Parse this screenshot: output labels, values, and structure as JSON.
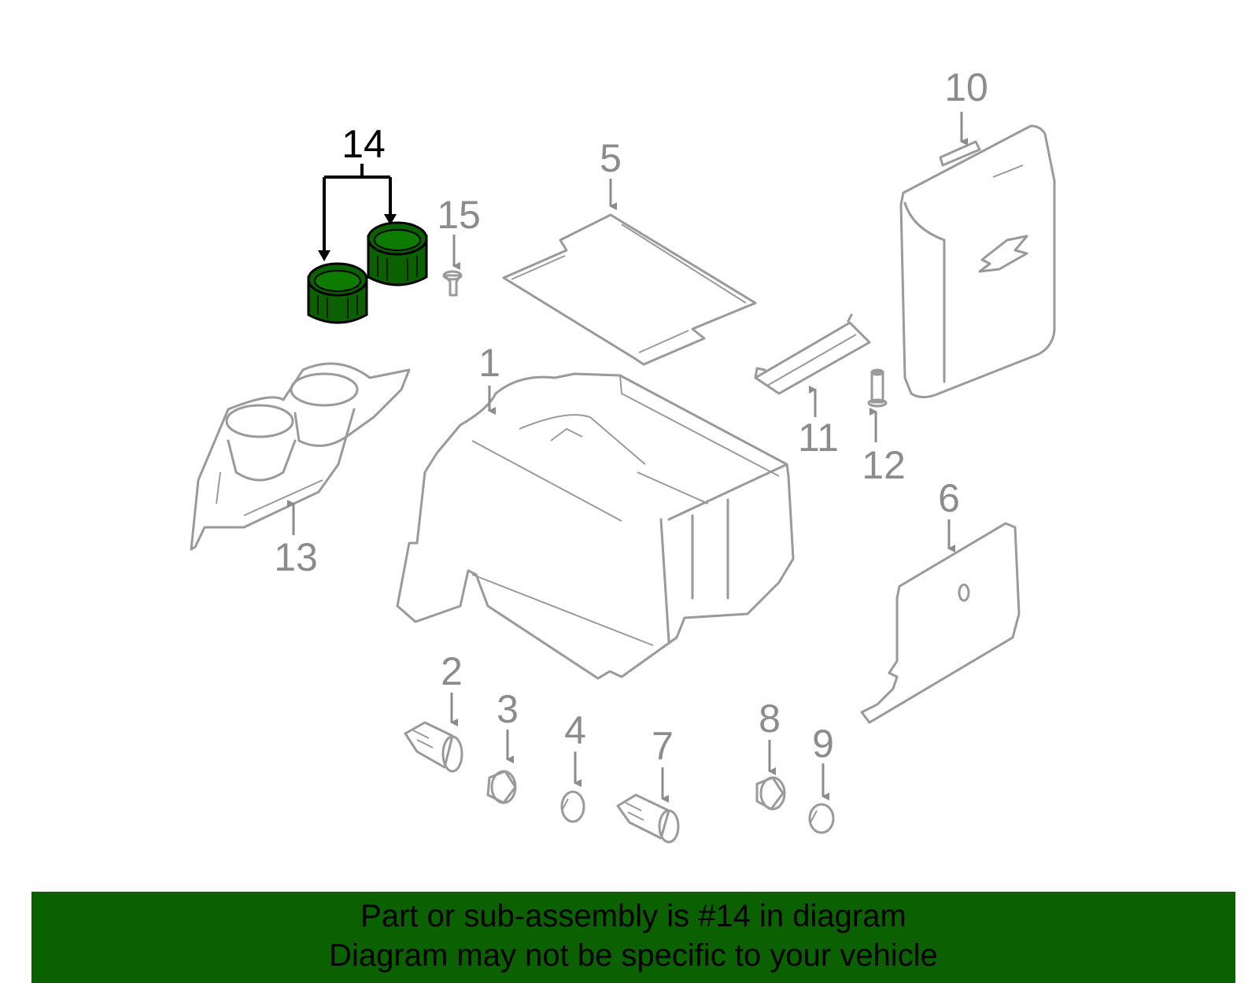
{
  "diagram": {
    "callouts": [
      {
        "id": "1",
        "label": "1"
      },
      {
        "id": "2",
        "label": "2"
      },
      {
        "id": "3",
        "label": "3"
      },
      {
        "id": "4",
        "label": "4"
      },
      {
        "id": "5",
        "label": "5"
      },
      {
        "id": "6",
        "label": "6"
      },
      {
        "id": "7",
        "label": "7"
      },
      {
        "id": "8",
        "label": "8"
      },
      {
        "id": "9",
        "label": "9"
      },
      {
        "id": "10",
        "label": "10"
      },
      {
        "id": "11",
        "label": "11"
      },
      {
        "id": "12",
        "label": "12"
      },
      {
        "id": "13",
        "label": "13"
      },
      {
        "id": "14",
        "label": "14",
        "highlighted": true
      },
      {
        "id": "15",
        "label": "15"
      }
    ],
    "highlight_color": "#0b6100",
    "part_outline_color": "#9a9a9a"
  },
  "banner": {
    "line1": "Part or sub-assembly is #14 in diagram",
    "line2": "Diagram may not be specific to your vehicle",
    "background": "#0b6100"
  }
}
